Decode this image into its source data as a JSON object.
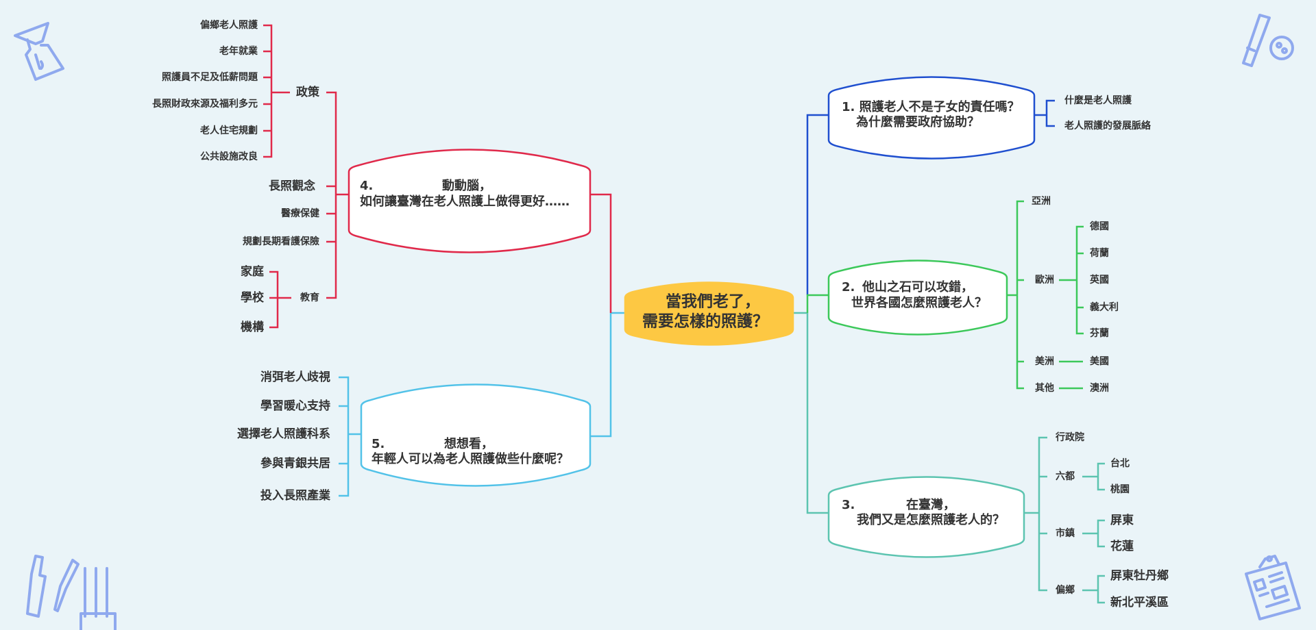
{
  "colors": {
    "background": "#eaf4f8",
    "central": "#fdc843",
    "red": "#e0294a",
    "blue": "#1f4fcf",
    "green": "#3cc85a",
    "teal": "#5cc4b0",
    "cyan": "#52c2e8",
    "icon": "#8fa9ee"
  },
  "central": {
    "line1": "當我們老了，",
    "line2": "需要怎樣的照護？"
  },
  "node1": {
    "line1": "1. 照護老人不是子女的責任嗎？",
    "line2": "為什麼需要政府協助？",
    "children": [
      "什麼是老人照護",
      "老人照護的發展脈絡"
    ]
  },
  "node2": {
    "num": "2.",
    "line1": "他山之石可以攻錯，",
    "line2": "世界各國怎麼照護老人？",
    "asia": "亞洲",
    "europe": "歐洲",
    "europe_children": [
      "德國",
      "荷蘭",
      "英國",
      "義大利",
      "芬蘭"
    ],
    "america": "美洲",
    "america_child": "美國",
    "other": "其他",
    "other_child": "澳洲"
  },
  "node3": {
    "num": "3.",
    "line1": "在臺灣，",
    "line2": "我們又是怎麼照護老人的？",
    "executive": "行政院",
    "six": "六都",
    "six_children": [
      "台北",
      "桃園"
    ],
    "town": "市鎮",
    "town_children": [
      "屏東",
      "花蓮"
    ],
    "rural": "偏鄉",
    "rural_children": [
      "屏東牡丹鄉",
      "新北平溪區"
    ]
  },
  "node4": {
    "num": "4.",
    "line1": "動動腦，",
    "line2": "如何讓臺灣在老人照護上做得更好……",
    "policy": "政策",
    "policy_children": [
      "偏鄉老人照護",
      "老年就業",
      "照護員不足及低薪問題",
      "長照財政來源及福利多元",
      "老人住宅規劃",
      "公共設施改良"
    ],
    "concept": "長照觀念",
    "medical": "醫療保健",
    "insurance": "規劃長期看護保險",
    "education": "教育",
    "education_children": [
      "家庭",
      "學校",
      "機構"
    ]
  },
  "node5": {
    "num": "5.",
    "line1": "想想看，",
    "line2": "年輕人可以為老人照護做些什麼呢？",
    "children": [
      "消弭老人歧視",
      "學習暖心支持",
      "選擇老人照護科系",
      "參與青銀共居",
      "投入長照產業"
    ]
  },
  "icons": [
    "flask-icon",
    "thermometer-pill-icon",
    "dropper-test-tubes-icon",
    "clipboard-icon"
  ]
}
